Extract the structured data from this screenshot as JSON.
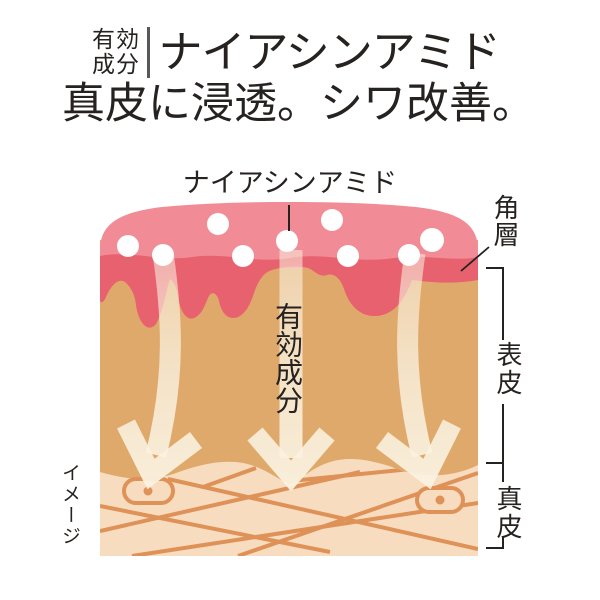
{
  "header": {
    "tag_top": "有効",
    "tag_bottom": "成分",
    "ingredient": "ナイアシンアミド",
    "headline": "真皮に浸透。シワ改善。"
  },
  "diagram": {
    "top_label": "ナイアシンアミド",
    "arrow_label": "有効成分",
    "note": "イメージ",
    "labels": {
      "corneum": "角層",
      "epidermis": "表皮",
      "dermis": "真皮"
    }
  },
  "colors": {
    "corneum_pink": "#F18C96",
    "corneum_deep_pink": "#E8616F",
    "epidermis_tan": "#E0A96C",
    "dermis_peach": "#F8DCC0",
    "fiber_orange": "#DE9257",
    "arrow_cream": "#FAF2E0",
    "molecule_white": "#FFFFFF",
    "text_dark": "#262220",
    "divider_gray": "#595757"
  }
}
